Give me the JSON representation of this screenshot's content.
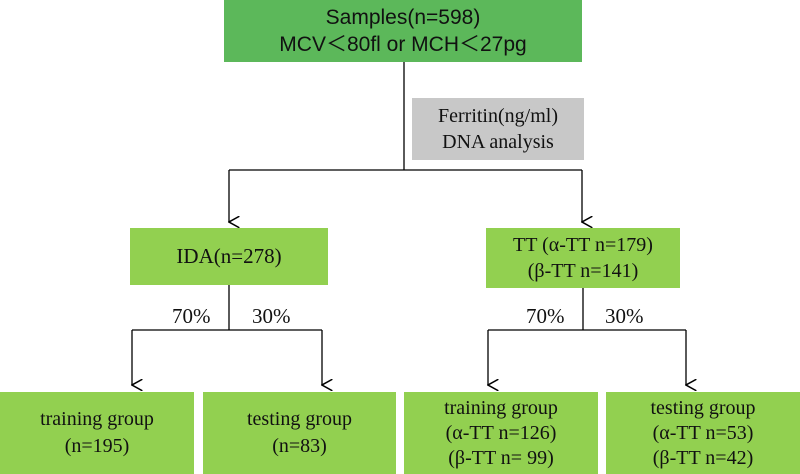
{
  "root": {
    "line1": "Samples(n=598)",
    "line2": "MCV＜80fl or MCH＜27pg"
  },
  "criteria": {
    "line1": "Ferritin(ng/ml)",
    "line2": "DNA analysis"
  },
  "ida": {
    "label": "IDA(n=278)",
    "split_left": "70%",
    "split_right": "30%",
    "training": {
      "line1": "training group",
      "line2": "(n=195)"
    },
    "testing": {
      "line1": "testing group",
      "line2": "(n=83)"
    }
  },
  "tt": {
    "line1": "TT (α-TT n=179)",
    "line2": "(β-TT n=141)",
    "split_left": "70%",
    "split_right": "30%",
    "training": {
      "line1": "training group",
      "line2": "(α-TT n=126)",
      "line3": "(β-TT n= 99)"
    },
    "testing": {
      "line1": "testing group",
      "line2": "(α-TT n=53)",
      "line3": "(β-TT n=42)"
    }
  },
  "colors": {
    "root_box": "#5cb85a",
    "group_box": "#92d050",
    "criteria_box": "#c8c8c8",
    "connector": "#000000"
  }
}
